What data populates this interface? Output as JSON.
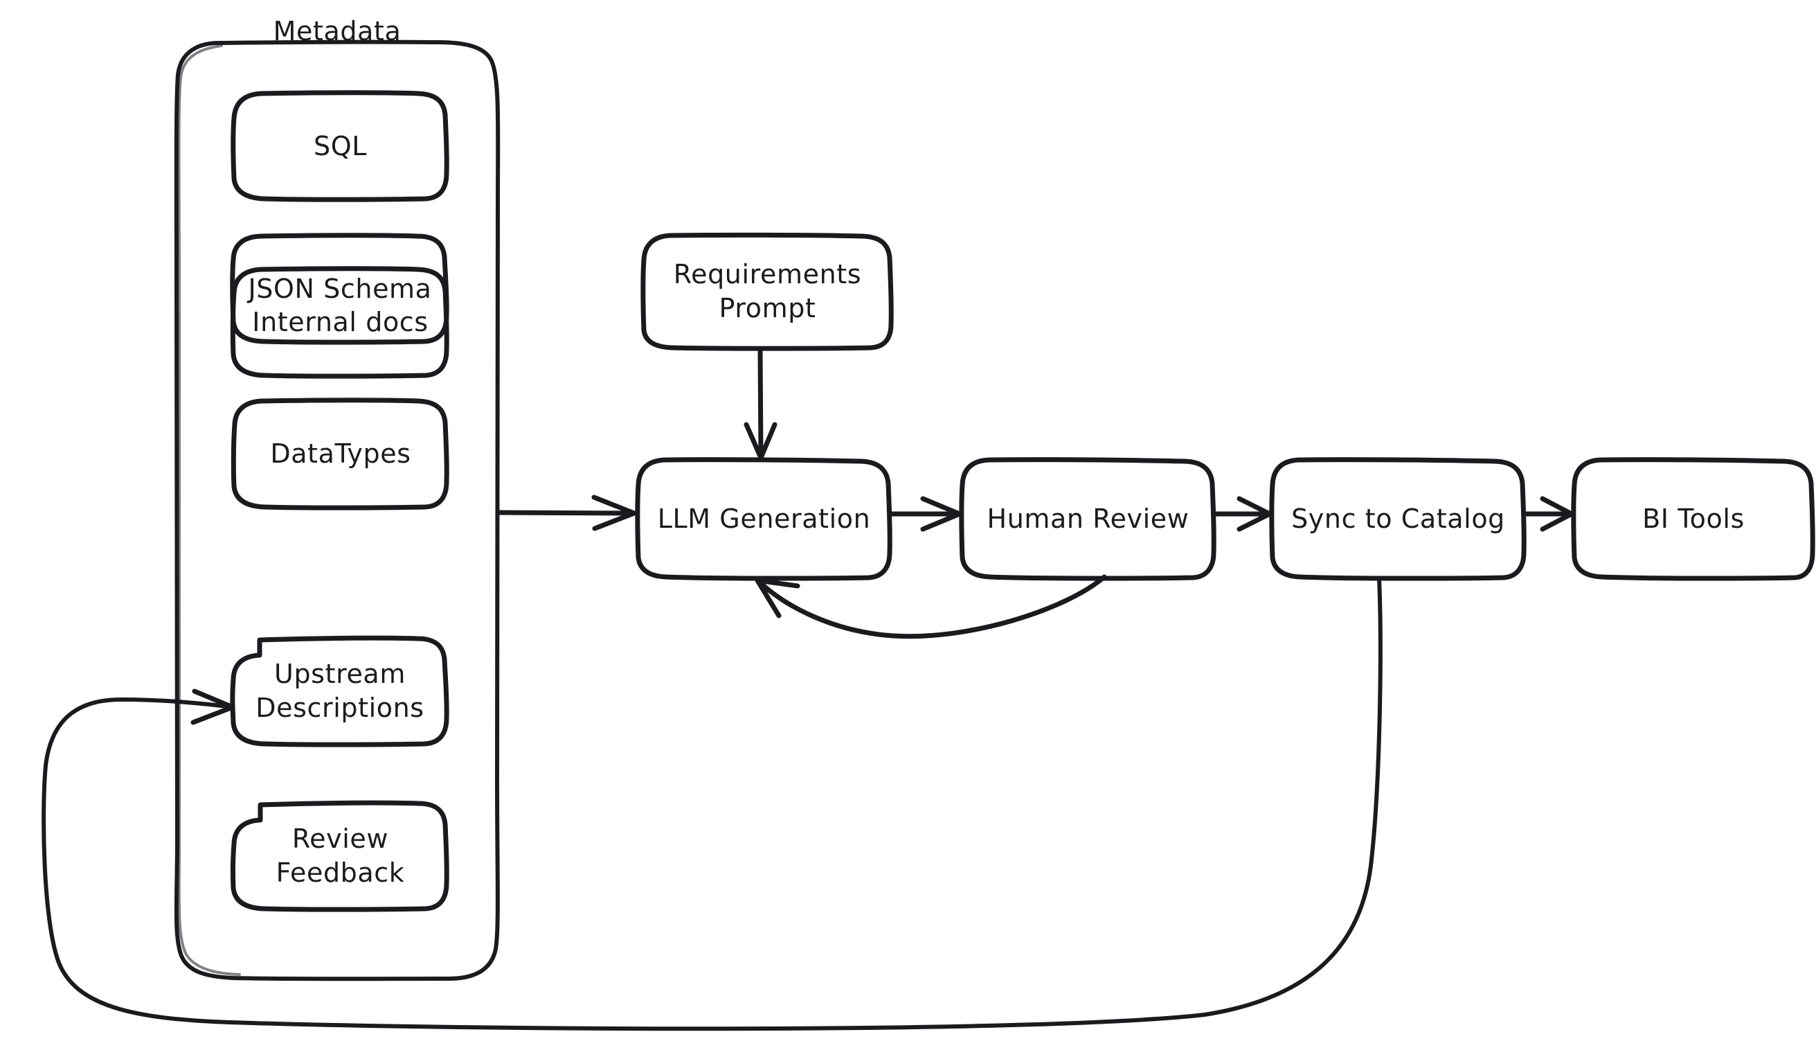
{
  "diagram": {
    "title": "Metadata-driven LLM description generation pipeline",
    "background_color": "#ffffff",
    "stroke_color": "#1b1b1f",
    "style": "hand-drawn"
  },
  "metadata_group": {
    "title": "Metadata",
    "items": [
      {
        "id": "sql",
        "label": "SQL"
      },
      {
        "id": "json-schema",
        "label": "JSON Schema"
      },
      {
        "id": "internal-docs",
        "label": "Internal docs"
      },
      {
        "id": "datatypes",
        "label": "DataTypes"
      },
      {
        "id": "upstream-descriptions",
        "label": "Upstream\nDescriptions"
      },
      {
        "id": "review-feedback",
        "label": "Review\nFeedback"
      }
    ]
  },
  "pipeline": {
    "nodes": [
      {
        "id": "requirements-prompt",
        "label": "Requirements\nPrompt"
      },
      {
        "id": "llm-generation",
        "label": "LLM Generation"
      },
      {
        "id": "human-review",
        "label": "Human Review"
      },
      {
        "id": "sync-to-catalog",
        "label": "Sync to Catalog"
      },
      {
        "id": "bi-tools",
        "label": "BI Tools"
      }
    ]
  },
  "edges": [
    {
      "id": "metadata-to-llm",
      "from": "Metadata",
      "to": "LLM Generation",
      "arrow": true
    },
    {
      "id": "prompt-to-llm",
      "from": "Requirements Prompt",
      "to": "LLM Generation",
      "arrow": true
    },
    {
      "id": "llm-to-review",
      "from": "LLM Generation",
      "to": "Human Review",
      "arrow": true
    },
    {
      "id": "review-to-sync",
      "from": "Human Review",
      "to": "Sync to Catalog",
      "arrow": true
    },
    {
      "id": "sync-to-bi",
      "from": "Sync to Catalog",
      "to": "BI Tools",
      "arrow": true
    },
    {
      "id": "review-feedback-loop",
      "from": "Human Review",
      "to": "LLM Generation",
      "arrow": true
    },
    {
      "id": "catalog-to-upstream-loop",
      "from": "Sync to Catalog",
      "to": "Upstream Descriptions",
      "arrow": true
    }
  ]
}
